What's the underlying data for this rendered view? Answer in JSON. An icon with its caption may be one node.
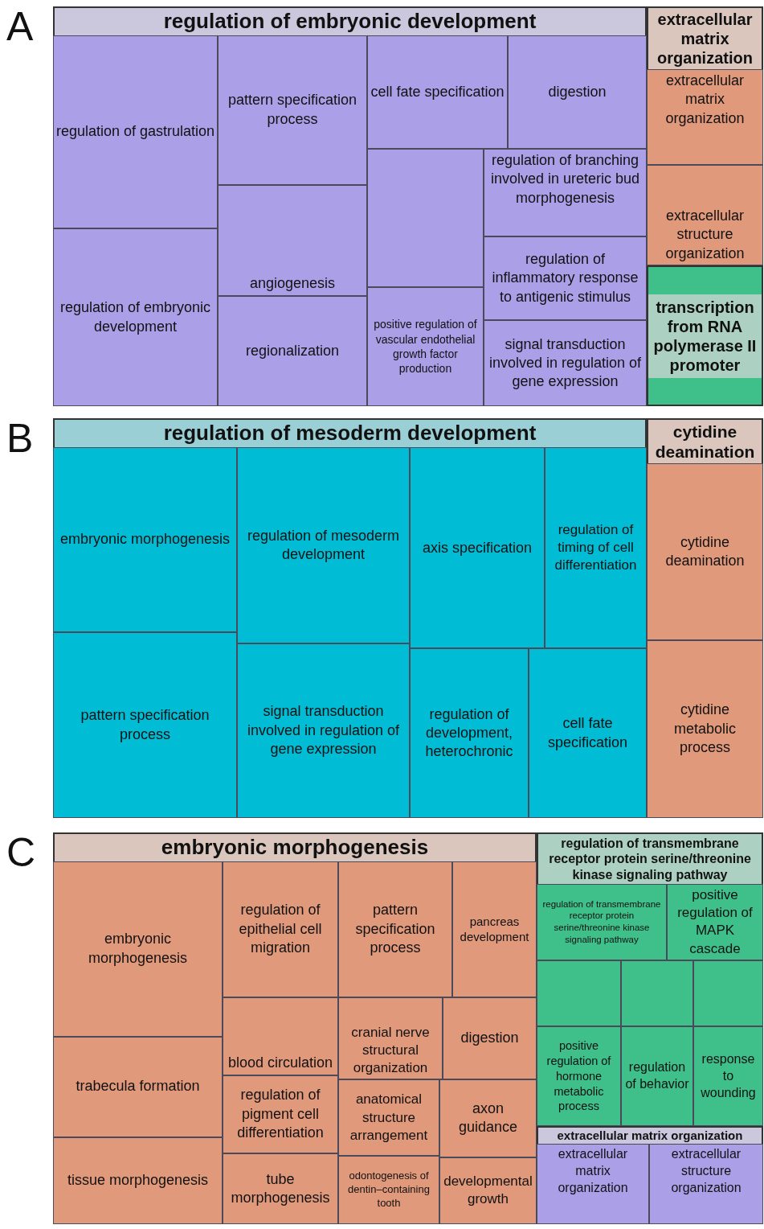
{
  "diagram": {
    "nodes": [
      {
        "text": [
          "A"
        ]
      },
      {
        "text": [
          "regulation of embryonic development"
        ],
        "in": 0
      },
      {
        "text": [
          "regulation of gastrulation"
        ],
        "in": 1
      },
      {
        "text": [
          "regulation of embryonic development"
        ],
        "in": 1
      },
      {
        "text": [
          "pattern specification process"
        ],
        "in": 1
      },
      {
        "text": [
          "angiogenesis"
        ],
        "in": 1
      },
      {
        "text": [
          "regionalization"
        ],
        "in": 1
      },
      {
        "text": [
          "cell fate specification"
        ],
        "in": 1
      },
      {
        "text": [
          "digestion"
        ],
        "in": 1
      },
      {
        "text": [],
        "shape": "box",
        "in": 1
      },
      {
        "text": [
          "positive regulation of vascular endothelial growth factor production"
        ],
        "in": 1
      },
      {
        "text": [
          "regulation of branching involved in ureteric bud morphogenesis"
        ],
        "in": 1
      },
      {
        "text": [
          "regulation of inflammatory response to antigenic stimulus"
        ],
        "in": 1
      },
      {
        "text": [
          "signal transduction involved in regulation of gene expression"
        ],
        "in": 1
      },
      {
        "text": [
          "extracellular matrix organization"
        ],
        "in": 0
      },
      {
        "text": [
          "extracellular matrix organization"
        ],
        "in": 14
      },
      {
        "text": [
          "extracellular structure organization"
        ],
        "in": 14
      },
      {
        "text": [
          "transcription from RNA polymerase II promoter"
        ],
        "in": 0
      },
      {
        "text": [
          "B"
        ]
      },
      {
        "text": [
          "regulation of mesoderm development"
        ],
        "in": 18
      },
      {
        "text": [
          "embryonic morphogenesis"
        ],
        "in": 19
      },
      {
        "text": [
          "regulation of mesoderm development"
        ],
        "in": 19
      },
      {
        "text": [
          "axis specification"
        ],
        "in": 19
      },
      {
        "text": [
          "regulation of timing of cell differentiation"
        ],
        "in": 19
      },
      {
        "text": [
          "pattern specification process"
        ],
        "in": 19
      },
      {
        "text": [
          "signal transduction involved in regulation of gene expression"
        ],
        "in": 19
      },
      {
        "text": [
          "regulation of development, heterochronic"
        ],
        "in": 19
      },
      {
        "text": [
          "cell fate specification"
        ],
        "in": 19
      },
      {
        "text": [
          "cytidine deamination"
        ],
        "in": 18
      },
      {
        "text": [
          "cytidine deamination"
        ],
        "in": 28
      },
      {
        "text": [
          "cytidine metabolic process"
        ],
        "in": 28
      },
      {
        "text": [
          "C"
        ]
      },
      {
        "text": [
          "embryonic morphogenesis"
        ],
        "in": 31
      },
      {
        "text": [
          "embryonic morphogenesis"
        ],
        "in": 32
      },
      {
        "text": [
          "trabecula formation"
        ],
        "in": 32
      },
      {
        "text": [
          "tissue morphogenesis"
        ],
        "in": 32
      },
      {
        "text": [
          "regulation of epithelial cell migration"
        ],
        "in": 32
      },
      {
        "text": [
          "pattern specification process"
        ],
        "in": 32
      },
      {
        "text": [
          "pancreas development"
        ],
        "in": 32
      },
      {
        "text": [
          "blood circulation"
        ],
        "in": 32
      },
      {
        "text": [
          "cranial nerve structural organization"
        ],
        "in": 32
      },
      {
        "text": [
          "digestion"
        ],
        "in": 32
      },
      {
        "text": [
          "regulation of pigment cell differentiation"
        ],
        "in": 32
      },
      {
        "text": [
          "anatomical structure arrangement"
        ],
        "in": 32
      },
      {
        "text": [
          "axon guidance"
        ],
        "in": 32
      },
      {
        "text": [
          "tube morphogenesis"
        ],
        "in": 32
      },
      {
        "text": [
          "odontogenesis of dentin–containing tooth"
        ],
        "in": 32
      },
      {
        "text": [
          "developmental growth"
        ],
        "in": 32
      },
      {
        "text": [
          "regulation of transmembrane receptor protein serine/threonine kinase signaling pathway"
        ],
        "in": 31
      },
      {
        "text": [
          "regulation of transmembrane receptor protein serine/threonine kinase signaling pathway"
        ],
        "in": 48
      },
      {
        "text": [
          "positive regulation of MAPK cascade"
        ],
        "in": 48
      },
      {
        "text": [],
        "shape": "box",
        "in": 48
      },
      {
        "text": [],
        "shape": "box",
        "in": 48
      },
      {
        "text": [],
        "shape": "box",
        "in": 48
      },
      {
        "text": [
          "positive regulation of hormone metabolic process"
        ],
        "in": 48
      },
      {
        "text": [
          "regulation of behavior"
        ],
        "in": 48
      },
      {
        "text": [
          "response to wounding"
        ],
        "in": 48
      },
      {
        "text": [
          "extracellular matrix organization"
        ],
        "in": 31
      },
      {
        "text": [
          "extracellular matrix organization"
        ],
        "in": 57
      },
      {
        "text": [
          "extracellular structure organization"
        ],
        "in": 57
      }
    ]
  }
}
